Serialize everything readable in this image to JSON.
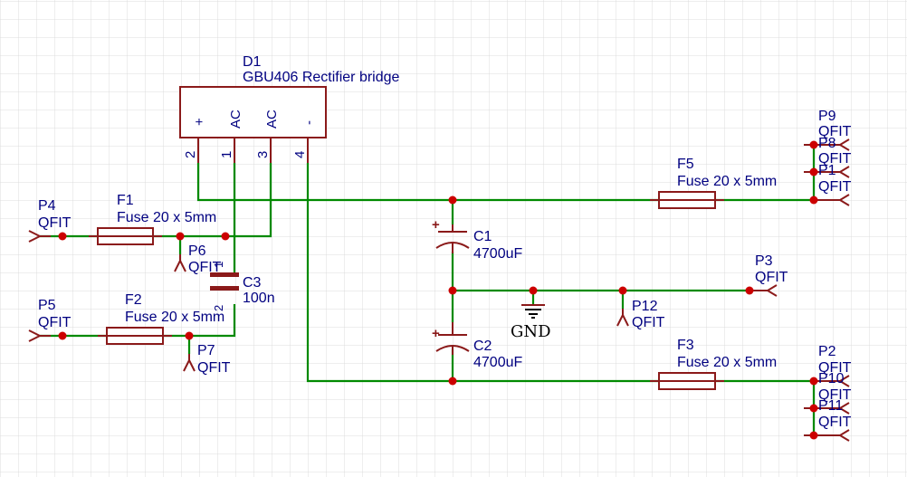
{
  "components": {
    "D1": {
      "ref": "D1",
      "value": "GBU406 Rectifier bridge",
      "pin_names": [
        "+",
        "AC",
        "AC",
        "-"
      ],
      "pin_numbers": [
        "2",
        "1",
        "3",
        "4"
      ]
    },
    "F1": {
      "ref": "F1",
      "value": "Fuse 20 x 5mm"
    },
    "F2": {
      "ref": "F2",
      "value": "Fuse 20 x 5mm"
    },
    "F3": {
      "ref": "F3",
      "value": "Fuse 20 x 5mm"
    },
    "F5": {
      "ref": "F5",
      "value": "Fuse 20 x 5mm"
    },
    "C1": {
      "ref": "C1",
      "value": "4700uF",
      "polarity_mark": "+"
    },
    "C2": {
      "ref": "C2",
      "value": "4700uF",
      "polarity_mark": "+"
    },
    "C3": {
      "ref": "C3",
      "value": "100n",
      "pin_numbers": [
        "1",
        "2"
      ]
    },
    "P1": {
      "ref": "P1",
      "value": "QFIT"
    },
    "P2": {
      "ref": "P2",
      "value": "QFIT"
    },
    "P3": {
      "ref": "P3",
      "value": "QFIT"
    },
    "P4": {
      "ref": "P4",
      "value": "QFIT"
    },
    "P5": {
      "ref": "P5",
      "value": "QFIT"
    },
    "P6": {
      "ref": "P6",
      "value": "QFIT"
    },
    "P7": {
      "ref": "P7",
      "value": "QFIT"
    },
    "P8": {
      "ref": "P8",
      "value": "QFIT"
    },
    "P9": {
      "ref": "P9",
      "value": "QFIT"
    },
    "P10": {
      "ref": "P10",
      "value": "QFIT"
    },
    "P11": {
      "ref": "P11",
      "value": "QFIT"
    },
    "P12": {
      "ref": "P12",
      "value": "QFIT"
    }
  },
  "power": {
    "gnd_label": "GND"
  },
  "colors": {
    "background": "#ffffff",
    "grid": "#dcdcdc",
    "wire": "#008a00",
    "component": "#8b1a1a",
    "text": "#000080",
    "junction": "#cc0000"
  }
}
